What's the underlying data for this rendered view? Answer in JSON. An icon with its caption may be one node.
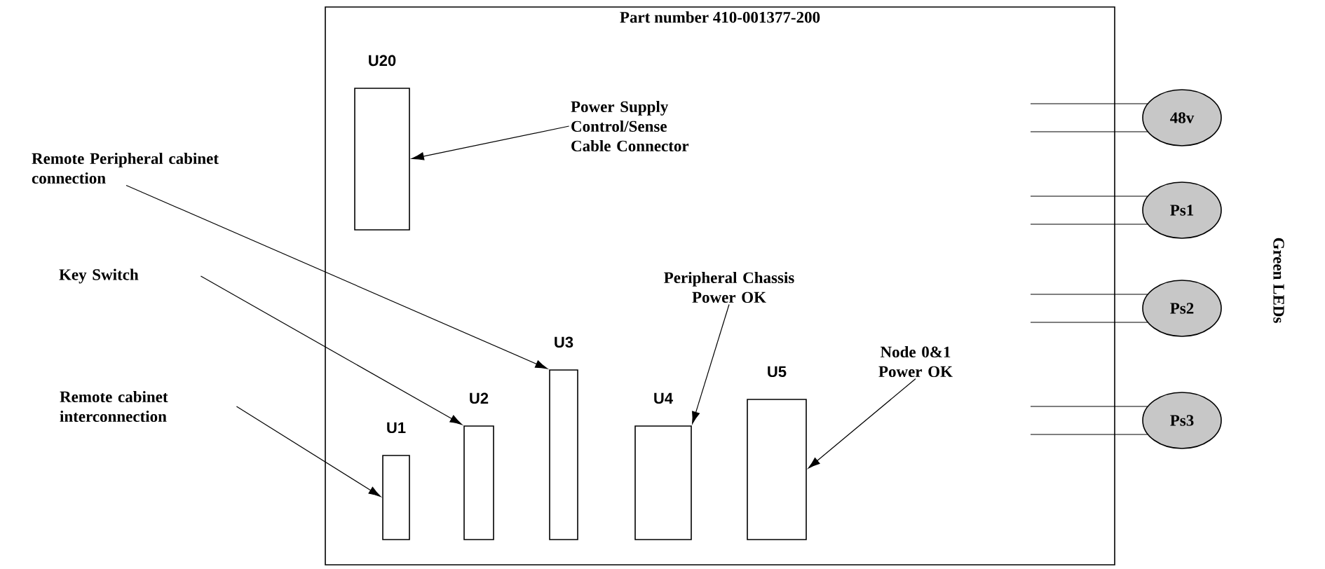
{
  "diagram": {
    "nodes": [
      {
        "text": [
          "Part number 410-001377-200"
        ]
      },
      {
        "text": [
          "U20"
        ],
        "in": 0
      },
      {
        "text": [
          "U1"
        ],
        "in": 0
      },
      {
        "text": [
          "U2"
        ],
        "in": 0
      },
      {
        "text": [
          "U3"
        ],
        "in": 0
      },
      {
        "text": [
          "U4"
        ],
        "in": 0
      },
      {
        "text": [
          "U5"
        ],
        "in": 0
      },
      {
        "text": [
          "Power Supply Control/Sense Cable Connector"
        ],
        "in": 0
      },
      {
        "text": [
          "Remote Peripheral cabinet connection"
        ]
      },
      {
        "text": [
          "Key Switch"
        ]
      },
      {
        "text": [
          "Remote cabinet interconnection"
        ]
      },
      {
        "text": [
          "Peripheral Chassis Power OK"
        ],
        "in": 0
      },
      {
        "text": [
          "Node 0&1 Power OK"
        ],
        "in": 0
      },
      {
        "text": [
          "48v"
        ]
      },
      {
        "text": [
          "Ps1"
        ]
      },
      {
        "text": [
          "Ps2"
        ]
      },
      {
        "text": [
          "Ps3"
        ]
      }
    ],
    "edges": [
      {
        "from": 7,
        "to": 1,
        "arrow": "to"
      },
      {
        "from": 8,
        "to": 4,
        "arrow": "to"
      },
      {
        "from": 9,
        "to": 3,
        "arrow": "to"
      },
      {
        "from": 10,
        "to": 2,
        "arrow": "to"
      },
      {
        "from": 11,
        "to": 5,
        "arrow": "to"
      },
      {
        "from": 12,
        "to": 6,
        "arrow": "to"
      },
      {
        "from": null,
        "to": 13,
        "arrow": "none"
      },
      {
        "from": null,
        "to": 13,
        "arrow": "none"
      },
      {
        "from": null,
        "to": 14,
        "arrow": "none"
      },
      {
        "from": null,
        "to": 14,
        "arrow": "none"
      },
      {
        "from": null,
        "to": 15,
        "arrow": "none"
      },
      {
        "from": null,
        "to": 15,
        "arrow": "none"
      },
      {
        "from": null,
        "to": 16,
        "arrow": "none"
      },
      {
        "from": null,
        "to": 16,
        "arrow": "none"
      }
    ],
    "labels": [
      "Green LEDs"
    ]
  }
}
